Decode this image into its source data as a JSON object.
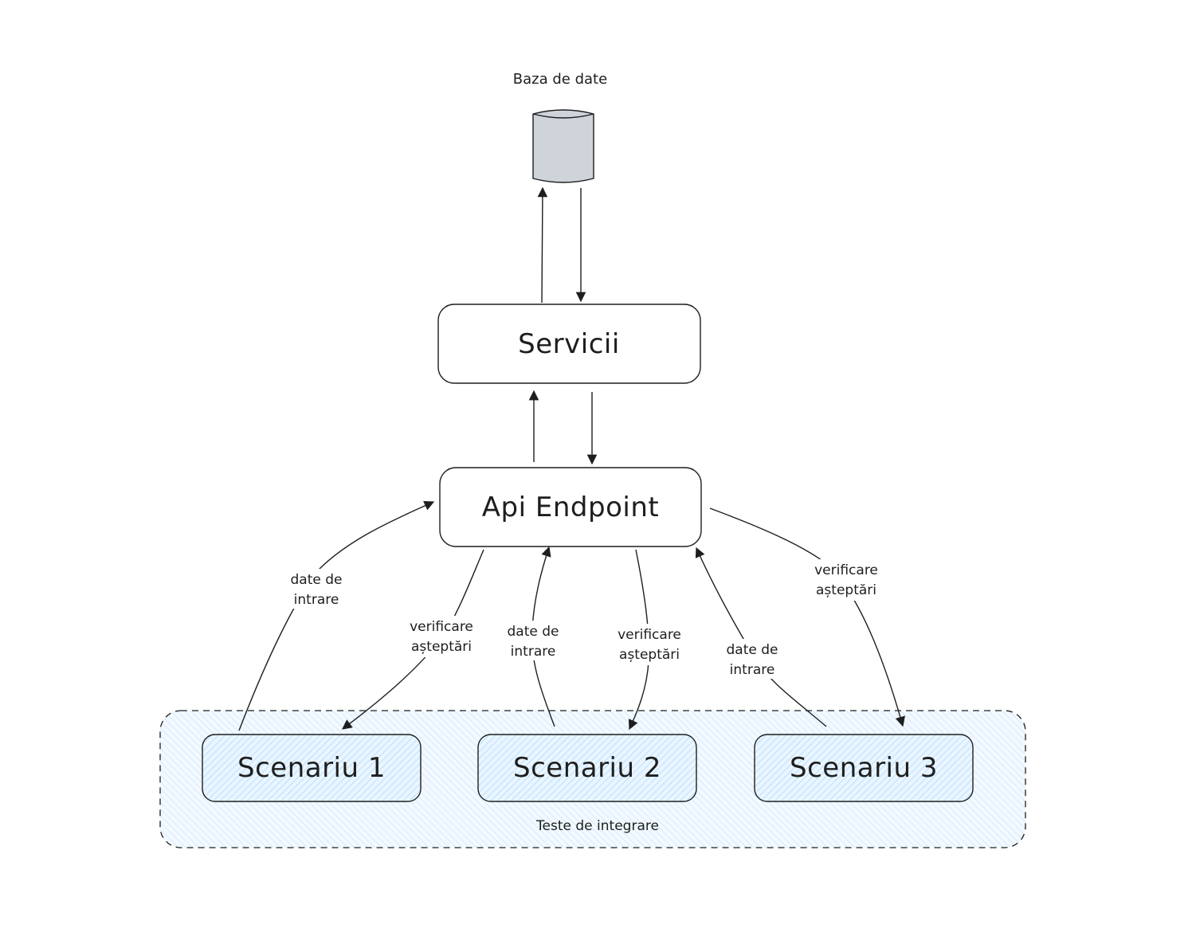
{
  "nodes": {
    "database": {
      "label": "Baza de date",
      "fill": "#ced4da"
    },
    "services": {
      "label": "Servicii"
    },
    "api": {
      "label": "Api Endpoint"
    },
    "scenario1": {
      "label": "Scenariu 1"
    },
    "scenario2": {
      "label": "Scenariu 2"
    },
    "scenario3": {
      "label": "Scenariu 3"
    }
  },
  "group": {
    "label": "Teste de integrare",
    "fill": "#a5d8ff"
  },
  "edges": {
    "s1_to_api": {
      "line1": "date de",
      "line2": "intrare"
    },
    "api_to_s1": {
      "line1": "verificare",
      "line2": "așteptări"
    },
    "s2_to_api": {
      "line1": "date de",
      "line2": "intrare"
    },
    "api_to_s2": {
      "line1": "verificare",
      "line2": "așteptări"
    },
    "s3_to_api": {
      "line1": "date de",
      "line2": "intrare"
    },
    "api_to_s3": {
      "line1": "verificare",
      "line2": "așteptări"
    }
  }
}
